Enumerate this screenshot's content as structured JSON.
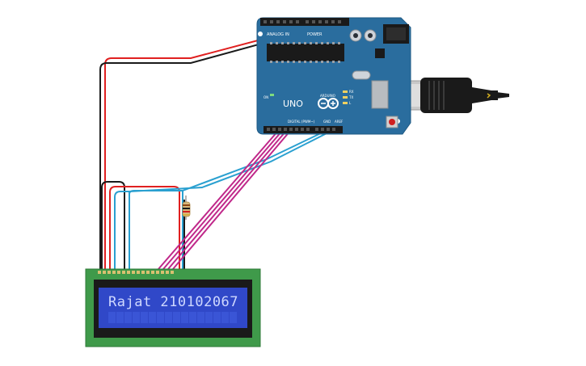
{
  "arduino": {
    "brand": "ARDUINO",
    "model": "UNO",
    "power_header_label": "POWER",
    "analog_header_label": "ANALOG IN",
    "digital_header_label": "DIGITAL (PWM~)",
    "led_labels": [
      "RX",
      "TX",
      "L"
    ],
    "aref_label": "AREF",
    "gnd_label": "GND",
    "on_label": "ON",
    "board_color": "#2a6d9e"
  },
  "lcd": {
    "display_text": "Rajat 210102067",
    "pcb_color": "#3f9a4a",
    "screen_color": "#3048c8"
  },
  "wire_colors": {
    "red": "#e02020",
    "black": "#1a1a1a",
    "blue": "#2aa0d0",
    "magenta": "#c0288a"
  },
  "components": {
    "resistor": "resistor",
    "usb_cable": "usb-cable"
  }
}
